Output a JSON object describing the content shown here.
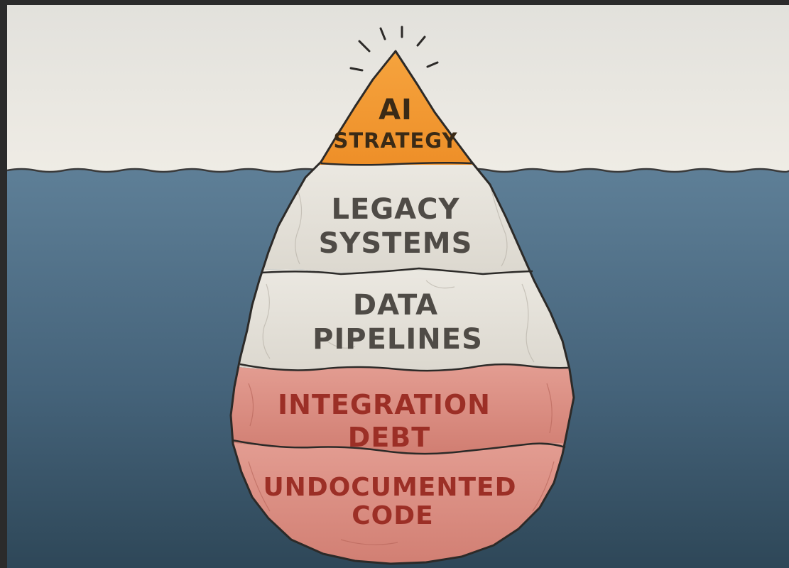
{
  "layers": [
    {
      "lines": [
        "AI",
        "STRATEGY"
      ],
      "zone": "above-water"
    },
    {
      "lines": [
        "LEGACY",
        "SYSTEMS"
      ],
      "zone": "below-water"
    },
    {
      "lines": [
        "DATA",
        "PIPELINES"
      ],
      "zone": "below-water"
    },
    {
      "lines": [
        "INTEGRATION",
        "DEBT"
      ],
      "zone": "below-water"
    },
    {
      "lines": [
        "UNDOCUMENTED",
        "CODE"
      ],
      "zone": "below-water"
    }
  ],
  "colors": {
    "frame": "#2b2b2b",
    "sky": "#ece9e2",
    "sea_top": "#5c7c94",
    "sea_bottom": "#2f4a5c",
    "tip_fill": "#f3992f",
    "tip_text": "#3a2a16",
    "ice_fill": "#e6e2da",
    "ice_text": "#4f4b46",
    "red_fill": "#dd8e82",
    "red_text": "#9c2f26",
    "outline": "#2c2a28"
  }
}
